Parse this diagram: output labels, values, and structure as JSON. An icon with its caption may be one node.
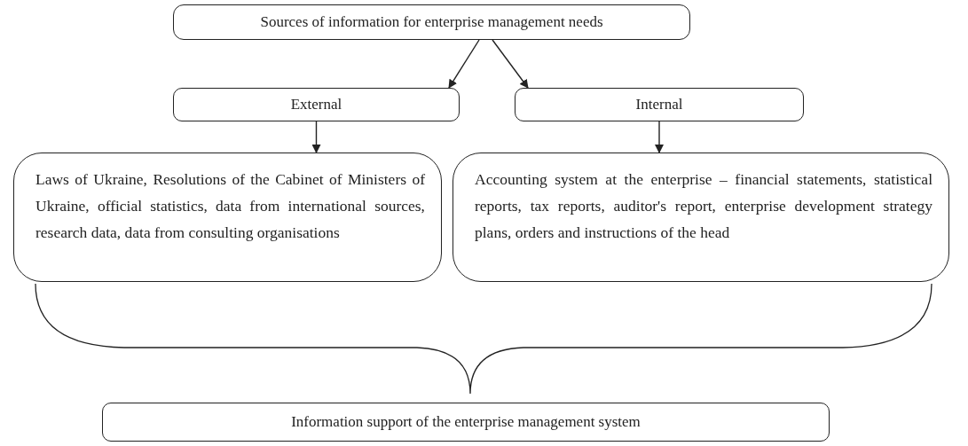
{
  "diagram": {
    "nodes": [
      {
        "text": [
          "Sources of information for enterprise management needs"
        ]
      },
      {
        "text": [
          "External"
        ]
      },
      {
        "text": [
          "Internal"
        ]
      },
      {
        "text": [
          "Laws of Ukraine, Resolutions of the Cabinet of Ministers of Ukraine, official statistics, data from international sources, research data, data from consulting organisations"
        ]
      },
      {
        "text": [
          "Accounting system at the enterprise – financial statements, statistical reports, tax reports, auditor's report, enterprise development strategy plans, orders and instructions of the head"
        ]
      },
      {
        "text": [
          "Information support of the enterprise management system"
        ]
      }
    ],
    "edges": [
      {
        "from": 0,
        "to": 1,
        "arrow": "to"
      },
      {
        "from": 0,
        "to": 2,
        "arrow": "to"
      },
      {
        "from": 1,
        "to": 3,
        "arrow": "to"
      },
      {
        "from": 2,
        "to": 4,
        "arrow": "to"
      }
    ]
  }
}
